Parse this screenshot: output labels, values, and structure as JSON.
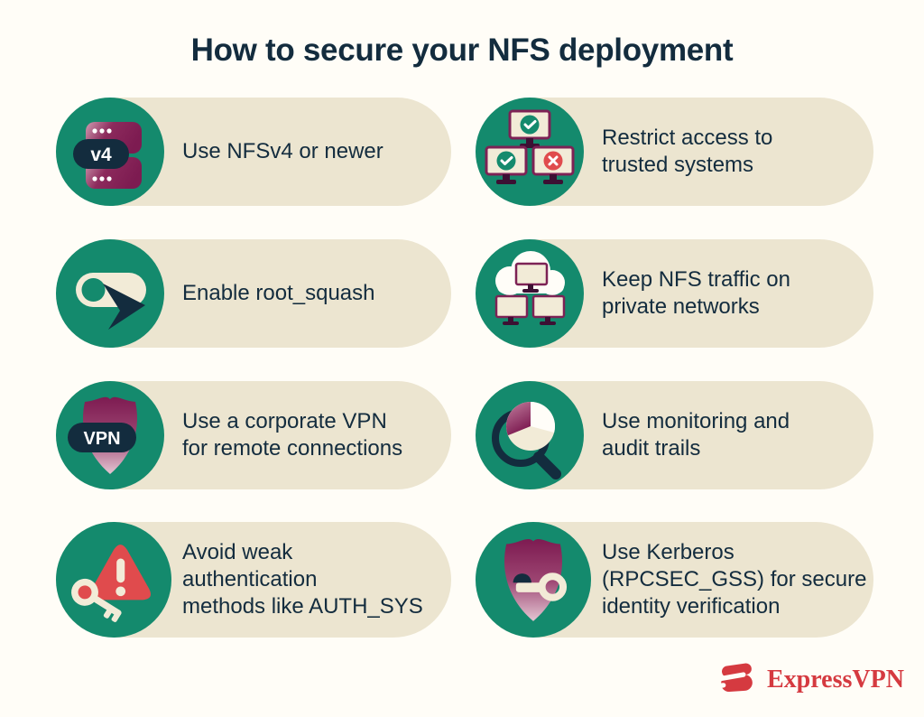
{
  "title": "How to secure your NFS deployment",
  "items": [
    {
      "icon": "nfsv4-server",
      "badge": "v4",
      "text": "Use NFSv4 or newer"
    },
    {
      "icon": "monitors-access",
      "text": "Restrict access to\ntrusted systems"
    },
    {
      "icon": "toggle-cursor",
      "text": "Enable root_squash"
    },
    {
      "icon": "cloud-network",
      "text": "Keep NFS traffic on\nprivate networks"
    },
    {
      "icon": "vpn-shield",
      "badge": "VPN",
      "text": "Use a corporate VPN\nfor remote connections"
    },
    {
      "icon": "magnifier-pie",
      "text": "Use monitoring and\naudit trails"
    },
    {
      "icon": "warning-key",
      "text": "Avoid weak\nauthentication\nmethods like AUTH_SYS"
    },
    {
      "icon": "shield-key",
      "text": "Use Kerberos\n(RPCSEC_GSS) for secure\nidentity verification"
    }
  ],
  "footer": {
    "brand": "ExpressVPN"
  },
  "colors": {
    "background": "#fffdf7",
    "pill": "#ece5d0",
    "green": "#148a6d",
    "navy": "#132c3e",
    "red": "#e04b4d",
    "berry_dark": "#7d1b51",
    "pink_light": "#d8aec2",
    "cream": "#f2ebd7",
    "brand_red": "#d53a40"
  }
}
